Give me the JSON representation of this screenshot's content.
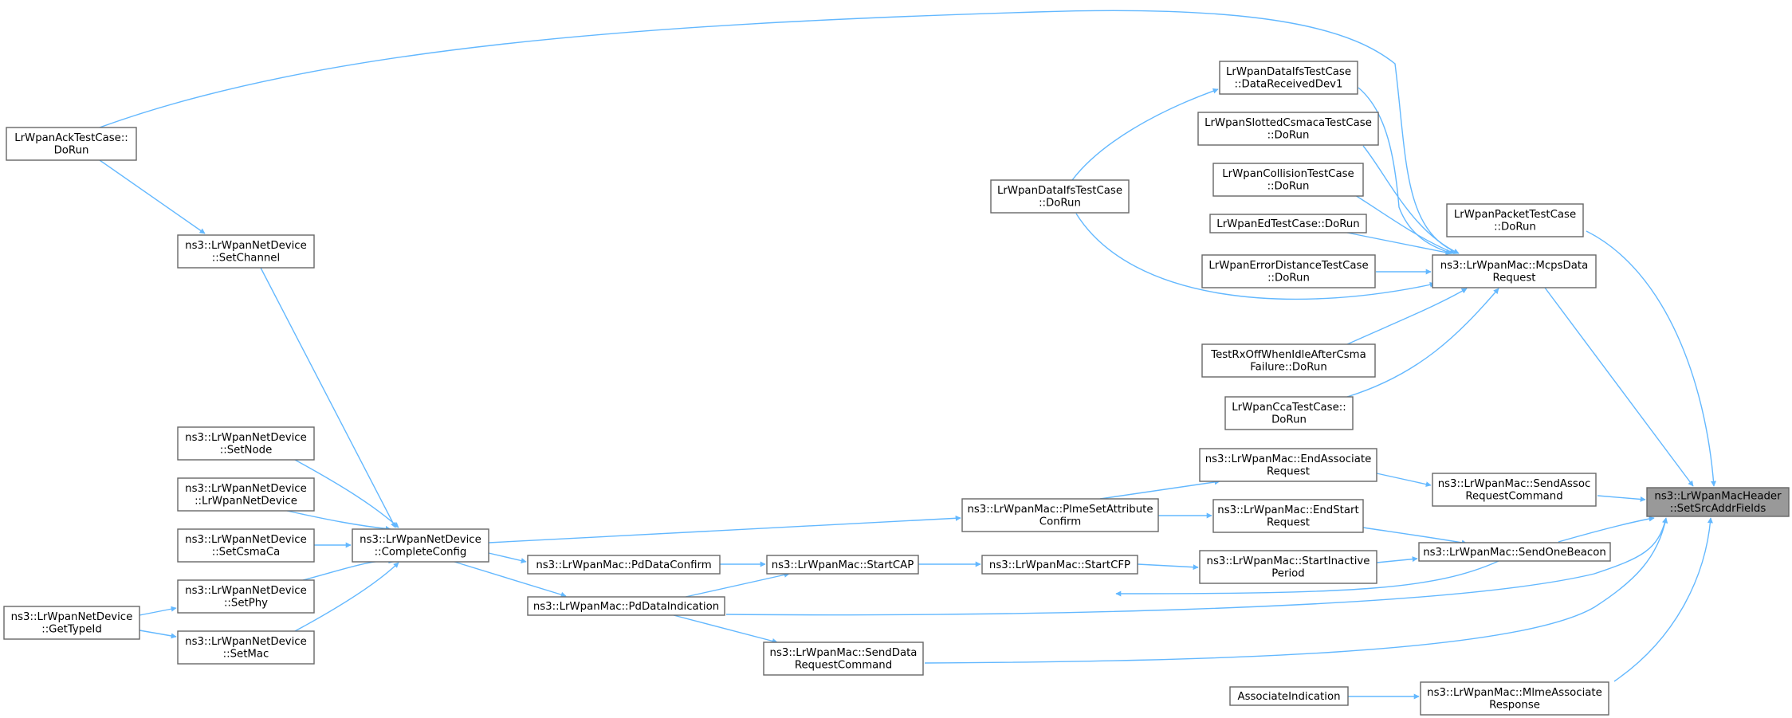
{
  "colors": {
    "edge": "#63b8ff",
    "node_border": "#666666",
    "node_fill": "#ffffff",
    "root_fill": "#999999"
  },
  "nodes": {
    "root": [
      "ns3::LrWpanMacHeader",
      "::SetSrcAddrFields"
    ],
    "ack": [
      "LrWpanAckTestCase::",
      "DoRun"
    ],
    "setChannel": [
      "ns3::LrWpanNetDevice",
      "::SetChannel"
    ],
    "setNode": [
      "ns3::LrWpanNetDevice",
      "::SetNode"
    ],
    "ctor": [
      "ns3::LrWpanNetDevice",
      "::LrWpanNetDevice"
    ],
    "setCsma": [
      "ns3::LrWpanNetDevice",
      "::SetCsmaCa"
    ],
    "setPhy": [
      "ns3::LrWpanNetDevice",
      "::SetPhy"
    ],
    "setMac": [
      "ns3::LrWpanNetDevice",
      "::SetMac"
    ],
    "getTypeId": [
      "ns3::LrWpanNetDevice",
      "::GetTypeId"
    ],
    "completeConfig": [
      "ns3::LrWpanNetDevice",
      "::CompleteConfig"
    ],
    "pdDataConfirm": [
      "ns3::LrWpanMac::PdDataConfirm"
    ],
    "pdDataIndication": [
      "ns3::LrWpanMac::PdDataIndication"
    ],
    "startCap": [
      "ns3::LrWpanMac::StartCAP"
    ],
    "startCfp": [
      "ns3::LrWpanMac::StartCFP"
    ],
    "plmeSet": [
      "ns3::LrWpanMac::PlmeSetAttribute",
      "Confirm"
    ],
    "sendDataReq": [
      "ns3::LrWpanMac::SendData",
      "RequestCommand"
    ],
    "dataIfsDoRun": [
      "LrWpanDataIfsTestCase",
      "::DoRun"
    ],
    "dataIfsRecv": [
      "LrWpanDataIfsTestCase",
      "::DataReceivedDev1"
    ],
    "slotted": [
      "LrWpanSlottedCsmacaTestCase",
      "::DoRun"
    ],
    "collision": [
      "LrWpanCollisionTestCase",
      "::DoRun"
    ],
    "ed": [
      "LrWpanEdTestCase::DoRun"
    ],
    "errDist": [
      "LrWpanErrorDistanceTestCase",
      "::DoRun"
    ],
    "rxOff": [
      "TestRxOffWhenIdleAfterCsma",
      "Failure::DoRun"
    ],
    "cca": [
      "LrWpanCcaTestCase::",
      "DoRun"
    ],
    "endAssoc": [
      "ns3::LrWpanMac::EndAssociate",
      "Request"
    ],
    "endStart": [
      "ns3::LrWpanMac::EndStart",
      "Request"
    ],
    "startInactive": [
      "ns3::LrWpanMac::StartInactive",
      "Period"
    ],
    "assocInd": [
      "AssociateIndication"
    ],
    "packet": [
      "LrWpanPacketTestCase",
      "::DoRun"
    ],
    "mcps": [
      "ns3::LrWpanMac::McpsData",
      "Request"
    ],
    "sendAssoc": [
      "ns3::LrWpanMac::SendAssoc",
      "RequestCommand"
    ],
    "sendBeacon": [
      "ns3::LrWpanMac::SendOneBeacon"
    ],
    "mlmeAssoc": [
      "ns3::LrWpanMac::MlmeAssociate",
      "Response"
    ]
  }
}
